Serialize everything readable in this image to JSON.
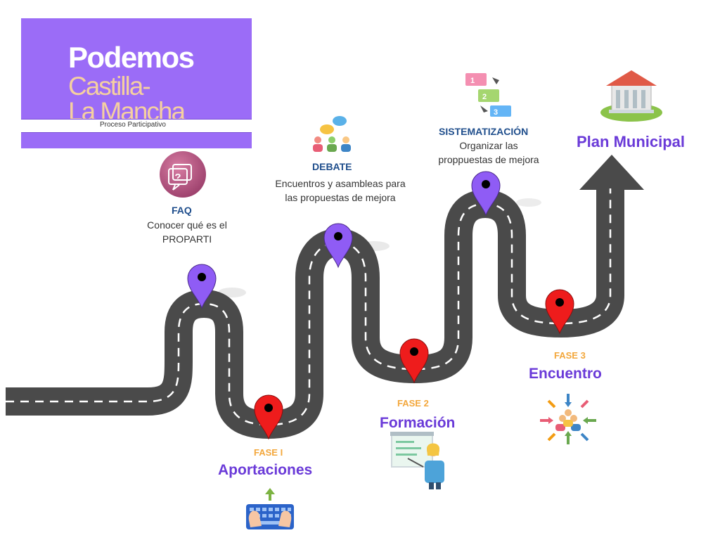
{
  "logo": {
    "line1": "Podemos",
    "line2": "Castilla-",
    "line3": "La Mancha",
    "subtitle": "Proceso Participativo"
  },
  "steps": {
    "faq": {
      "title": "FAQ",
      "desc_line1": "Conocer qué es el",
      "desc_line2": "PROPARTI"
    },
    "debate": {
      "title": "DEBATE",
      "desc_line1": "Encuentros y asambleas para",
      "desc_line2": "las propuestas de mejora"
    },
    "sistematizacion": {
      "title": "SISTEMATIZACIÓN",
      "desc_line1": "Organizar las",
      "desc_line2": "proppuestas de mejora",
      "list_numbers": [
        "1",
        "2",
        "3"
      ]
    }
  },
  "phases": {
    "fase1": {
      "label": "FASE I",
      "name": "Aportaciones"
    },
    "fase2": {
      "label": "FASE 2",
      "name": "Formación"
    },
    "fase3": {
      "label": "FASE 3",
      "name": "Encuentro"
    }
  },
  "goal": {
    "label": "Plan Municipal"
  },
  "colors": {
    "purple_pin": "#8f5cf5",
    "red_pin": "#ee1c1c",
    "road": "#4a4a4a",
    "brand_purple": "#9b6cf7",
    "title_blue": "#1f4e8c",
    "phase_orange": "#f3a73b",
    "phase_purple": "#6a3ad8"
  }
}
